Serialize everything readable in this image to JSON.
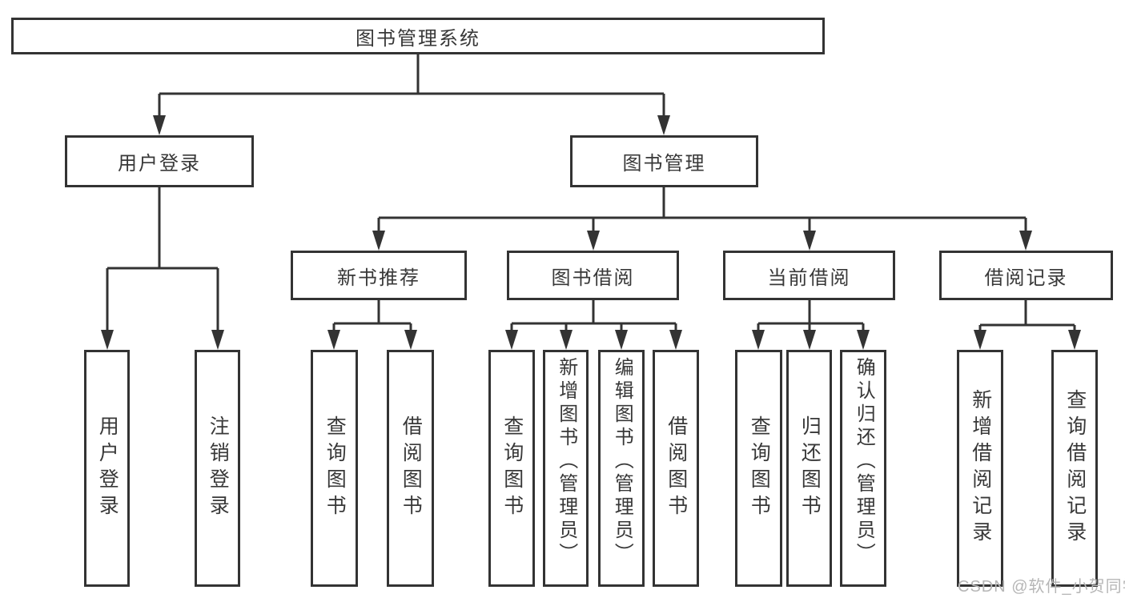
{
  "title": "图书管理系统",
  "tree": {
    "root": {
      "label": "图书管理系统"
    },
    "branches": [
      {
        "label": "用户登录",
        "children": [
          {
            "label": "用户登录"
          },
          {
            "label": "注销登录"
          }
        ]
      },
      {
        "label": "图书管理",
        "children": [
          {
            "label": "新书推荐",
            "children": [
              {
                "label": "查询图书"
              },
              {
                "label": "借阅图书"
              }
            ]
          },
          {
            "label": "图书借阅",
            "children": [
              {
                "label": "查询图书"
              },
              {
                "label": "新增图书（管理员）"
              },
              {
                "label": "编辑图书（管理员）"
              },
              {
                "label": "借阅图书"
              }
            ]
          },
          {
            "label": "当前借阅",
            "children": [
              {
                "label": "查询图书"
              },
              {
                "label": "归还图书"
              },
              {
                "label": "确认归还（管理员）"
              }
            ]
          },
          {
            "label": "借阅记录",
            "children": [
              {
                "label": "新增借阅记录"
              },
              {
                "label": "查询借阅记录"
              }
            ]
          }
        ]
      }
    ]
  },
  "watermark": {
    "text": "CSDN @软件_小贺同学"
  },
  "colors": {
    "line": "#333333",
    "box_border": "#333333",
    "box_background": "#ffffff",
    "text": "#383838",
    "watermark": "#b6b6b6",
    "page_background": "#ffffff"
  }
}
